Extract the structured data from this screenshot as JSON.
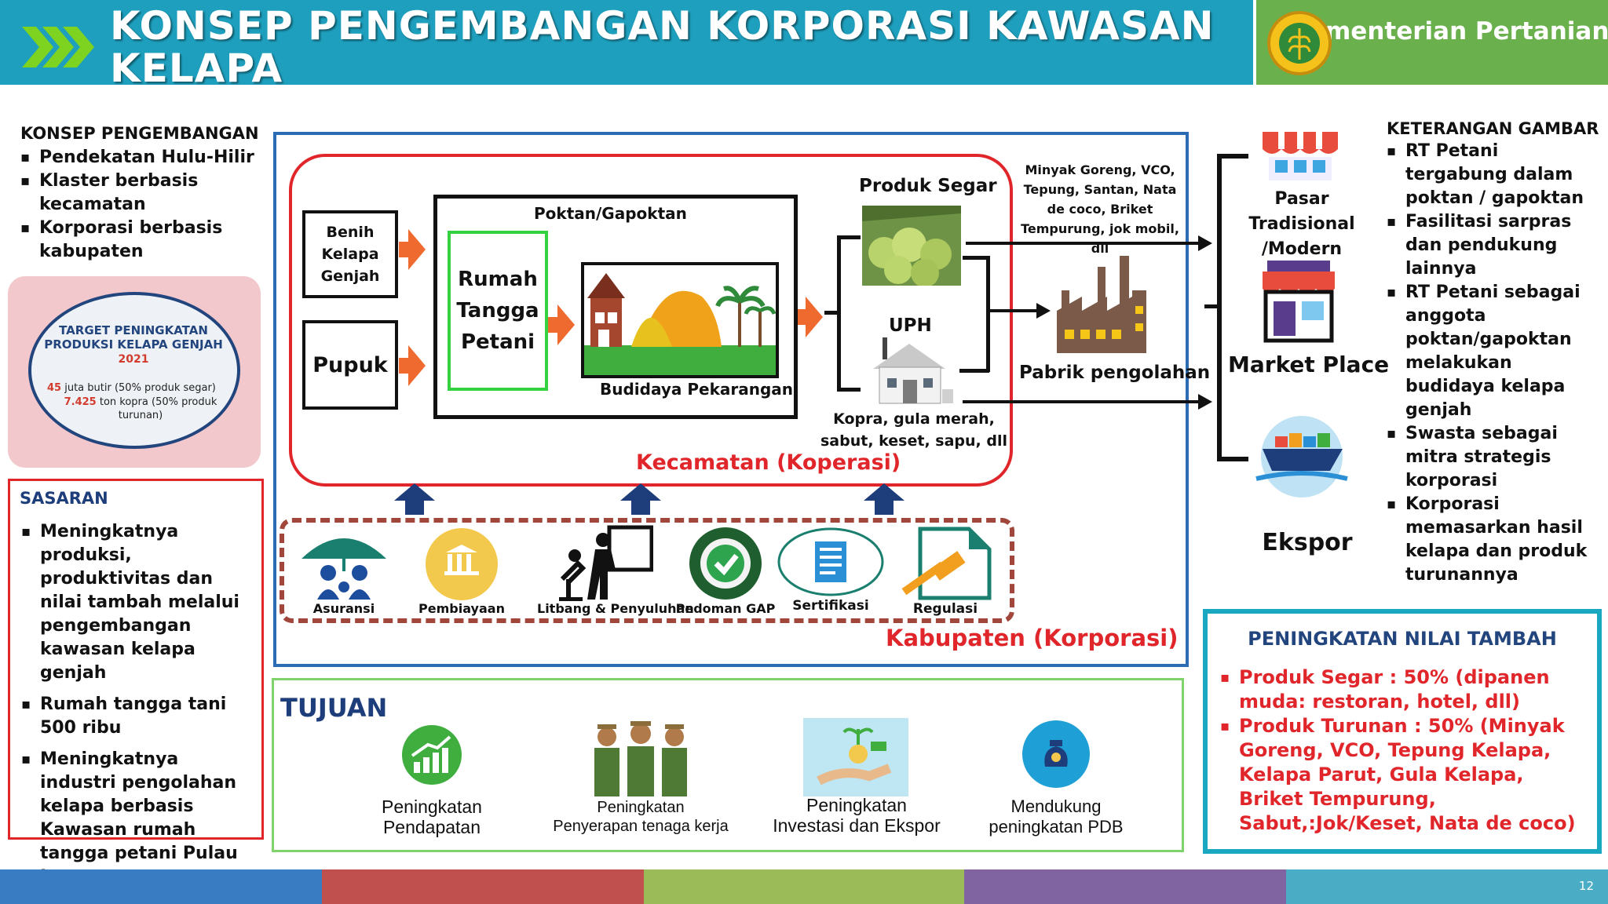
{
  "header": {
    "title": "KONSEP PENGEMBANGAN KORPORASI KAWASAN KELAPA",
    "ministry": "menterian Pertanian"
  },
  "konsep": {
    "heading": "KONSEP PENGEMBANGAN",
    "items": [
      "Pendekatan Hulu-Hilir",
      "Klaster berbasis kecamatan",
      "Korporasi berbasis kabupaten"
    ]
  },
  "target": {
    "title": "TARGET PENINGKATAN PRODUKSI KELAPA GENJAH",
    "year": "2021",
    "line1_value": "45",
    "line1_text": "juta butir (50% produk segar)",
    "line2_value": "7.425",
    "line2_text": "ton kopra (50% produk turunan)"
  },
  "sasaran": {
    "heading": "SASARAN",
    "items": [
      "Meningkatnya produksi, produktivitas dan nilai tambah  melalui pengembangan kawasan kelapa genjah",
      "Rumah tangga tani 500 ribu",
      "Meningkatnya industri pengolahan kelapa berbasis Kawasan rumah tangga petani Pulau Jawa"
    ]
  },
  "diagram": {
    "benih": "Benih Kelapa Genjah",
    "pupuk": "Pupuk",
    "poktan": "Poktan/Gapoktan",
    "rumah_tangga": "Rumah Tangga Petani",
    "budidaya": "Budidaya Pekarangan",
    "produk_segar": "Produk Segar",
    "uph": "UPH",
    "uph_products": "Kopra, gula merah, sabut, keset, sapu, dll",
    "derivatives": "Minyak Goreng, VCO, Tepung, Santan, Nata de coco, Briket Tempurung, jok mobil, dll",
    "pabrik": "Pabrik pengolahan",
    "kecamatan": "Kecamatan (Koperasi)",
    "kabupaten": "Kabupaten (Korporasi)",
    "supports": [
      "Asuransi",
      "Pembiayaan",
      "Litbang & Penyuluhan",
      "Pedoman GAP",
      "Sertifikasi",
      "Regulasi"
    ],
    "pasar": "Pasar Tradisional /Modern",
    "market": "Market Place",
    "ekspor": "Ekspor"
  },
  "keterangan": {
    "heading": "KETERANGAN GAMBAR",
    "items": [
      "RT Petani tergabung dalam poktan / gapoktan",
      "Fasilitasi sarpras dan pendukung lainnya",
      "RT Petani sebagai anggota poktan/gapoktan melakukan budidaya kelapa genjah",
      "Swasta sebagai mitra strategis korporasi",
      "Korporasi memasarkan hasil kelapa dan produk turunannya"
    ]
  },
  "peningkatan": {
    "heading": "PENINGKATAN NILAI TAMBAH",
    "items": [
      "Produk Segar : 50% (dipanen muda: restoran, hotel, dll)",
      "Produk Turunan : 50% (Minyak Goreng, VCO, Tepung Kelapa, Kelapa Parut, Gula Kelapa, Briket Tempurung, Sabut,:Jok/Keset, Nata de coco)"
    ]
  },
  "tujuan": {
    "heading": "TUJUAN",
    "items": [
      {
        "l1": "Peningkatan",
        "l2": "Pendapatan"
      },
      {
        "l1": "Peningkatan",
        "l2": "Penyerapan tenaga kerja"
      },
      {
        "l1": "Peningkatan",
        "l2": "Investasi dan Ekspor"
      },
      {
        "l1": "Mendukung",
        "l2": "peningkatan PDB"
      }
    ]
  },
  "footer": {
    "page": "12"
  },
  "colors": {
    "header": "#1e9fbd",
    "ministry": "#6ab04c",
    "red": "#e0262a",
    "blue": "#2b6cb3",
    "orange": "#ef6a2e",
    "navy": "#1d3d7b"
  }
}
